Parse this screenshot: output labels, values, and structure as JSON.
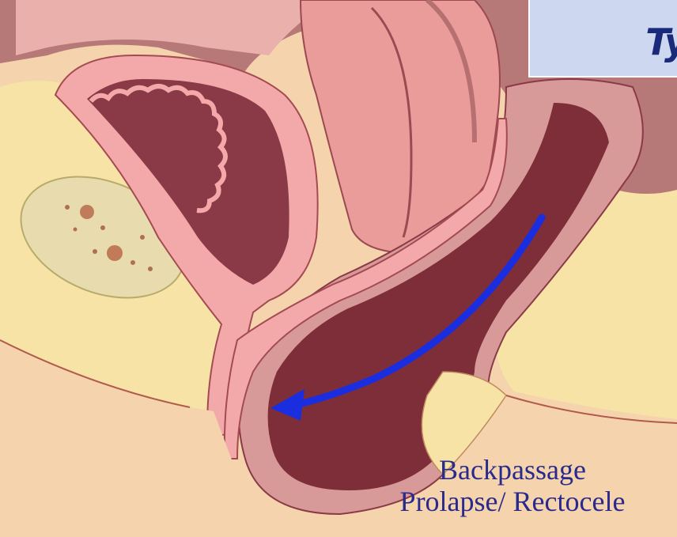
{
  "header": {
    "title_fragment": "Ty"
  },
  "caption": {
    "line1": "Backpassage",
    "line2": "Prolapse/ Rectocele"
  },
  "colors": {
    "background": "#f6d9b4",
    "fat": "#f7e3a6",
    "tissue_pink": "#f3a9a9",
    "tissue_dark": "#8a3a46",
    "arrow": "#1a2ee0",
    "caption": "#2a2a8c"
  }
}
